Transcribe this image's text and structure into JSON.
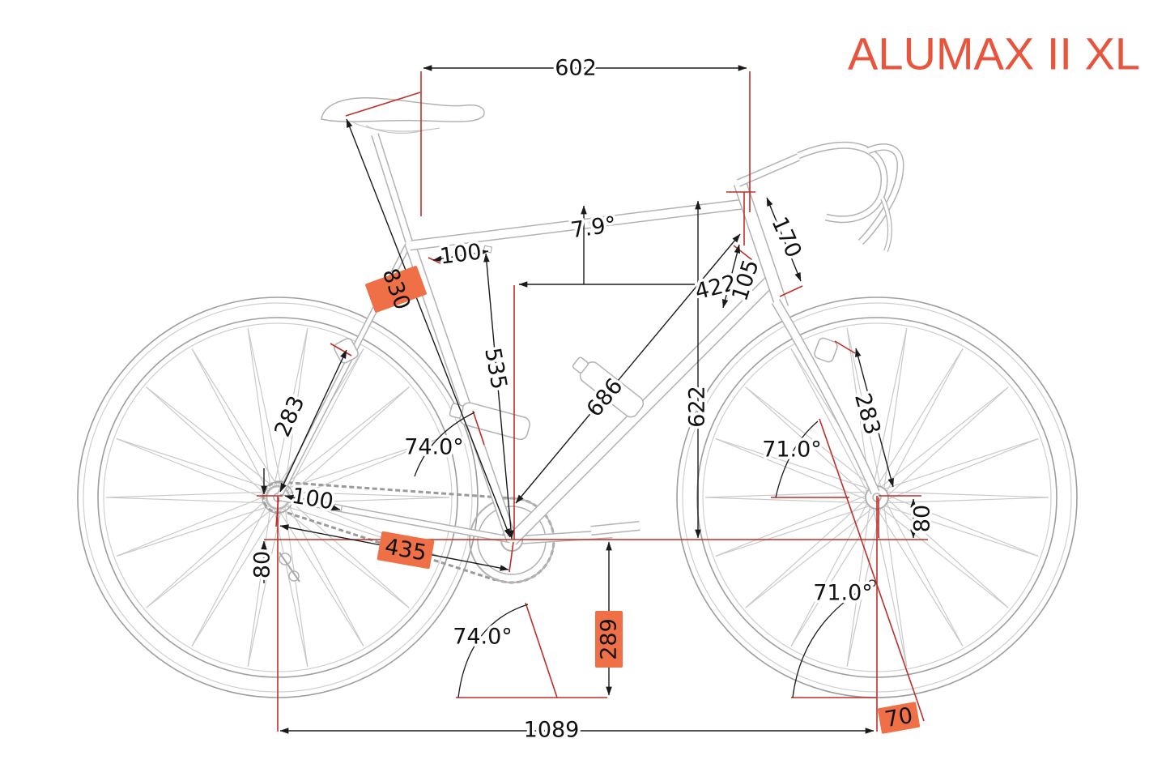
{
  "title": {
    "label": "ALUMAX II XL"
  },
  "colors": {
    "accent": "#E8543C",
    "highlight": "#EF7046",
    "construction": "#BE2F28",
    "dimension": "#1A1A1A",
    "artwork": "#B2B2B2"
  },
  "dims": {
    "top_tube_effective": "602",
    "saddle_height": "830",
    "saddle_setback": "100",
    "top_tube_angle": "7.9°",
    "reach": "422",
    "head_tube_extension": "105",
    "head_tube_length": "170",
    "seat_tube_length": "535",
    "down_tube_length": "686",
    "stack": "622",
    "rear_brake_distance": "283",
    "seat_tube_angle": "74.0°",
    "rear_hub_offset": "100",
    "chainstay_length": "435",
    "bb_drop_left": "80",
    "bb_height": "289",
    "seat_tube_angle_ground": "74.0°",
    "wheelbase": "1089",
    "trail": "70",
    "head_tube_angle_ground": "71.0°",
    "fork_distance": "283",
    "bb_drop_right": "80",
    "head_tube_angle": "71.0°"
  }
}
